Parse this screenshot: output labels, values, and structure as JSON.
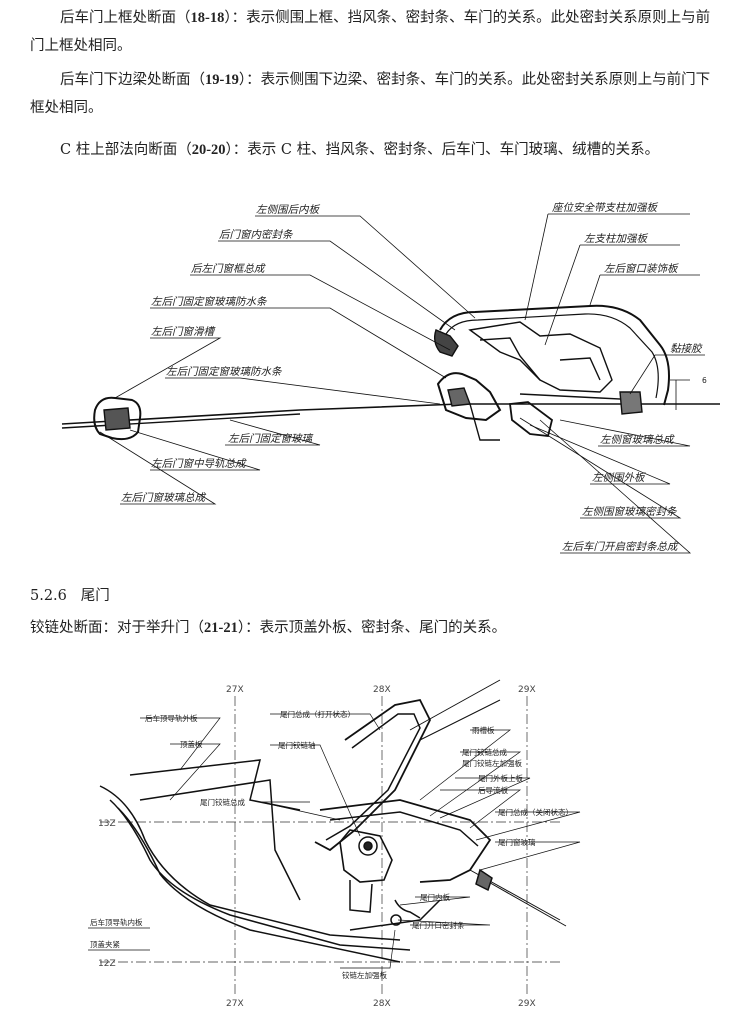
{
  "paragraphs": [
    {
      "pre": "后车门上框处断面（",
      "bold": "18-18",
      "post": "）：表示侧围上框、挡风条、密封条、车门的关系。此处密封关系原则上与前门上框处相同。"
    },
    {
      "pre": "后车门下边梁处断面（",
      "bold": "19-19",
      "post": "）：表示侧围下边梁、密封条、车门的关系。此处密封关系原则上与前门下框处相同。"
    },
    {
      "pre": "C 柱上部法向断面（",
      "bold": "20-20",
      "post": "）：表示 C 柱、挡风条、密封条、后车门、车门玻璃、绒槽的关系。"
    }
  ],
  "section": {
    "number": "5.2.6",
    "title": "尾门"
  },
  "paragraph4": {
    "pre": "铰链处断面：对于举升门（",
    "bold": "21-21",
    "post": "）：表示顶盖外板、密封条、尾门的关系。"
  },
  "fig1": {
    "labels": [
      "左侧围后内板",
      "后门窗内密封条",
      "后左门窗框总成",
      "左后门固定窗玻璃防水条",
      "左后门窗滑槽",
      "左后门固定窗玻璃防水条",
      "左后门固定窗玻璃",
      "左后门窗中导轨总成",
      "左后门窗玻璃总成",
      "座位安全带支柱加强板",
      "左支柱加强板",
      "左后窗口装饰板",
      "黏接胶",
      "左侧窗玻璃总成",
      "左侧围外板",
      "左侧围窗玻璃密封条",
      "左后车门开启密封条总成"
    ],
    "dim": "6"
  },
  "fig2": {
    "axes": [
      "27X",
      "28X",
      "29X",
      "27X",
      "28X",
      "29X",
      "13Z",
      "12Z"
    ],
    "labels": [
      "后车顶导轨外板",
      "顶盖板",
      "尾门铰链总成",
      "尾门总成（打开状态）",
      "尾门铰链轴",
      "尾门铰链总成",
      "后车顶导轨内板",
      "顶盖夹紧",
      "雨槽板",
      "尾门铰链左加强板",
      "尾门外板上板",
      "后导流板",
      "尾门总成（关闭状态）",
      "尾门窗玻璃",
      "尾门内板",
      "尾门开口密封条",
      "铰链左加强板"
    ]
  }
}
